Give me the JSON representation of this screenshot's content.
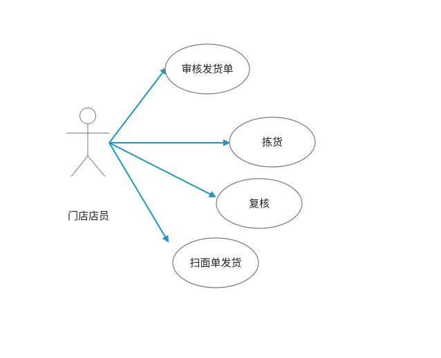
{
  "diagram": {
    "type": "use-case",
    "actor": {
      "label": "门店店员"
    },
    "use_cases": [
      {
        "label": "审核发货单"
      },
      {
        "label": "拣货"
      },
      {
        "label": "复核"
      },
      {
        "label": "扫面单发货"
      }
    ],
    "colors": {
      "association": "#1a96c8",
      "actor_stroke": "#8a8a8a",
      "ellipse_stroke": "#7a7a7a",
      "ellipse_fill": "#ffffff",
      "text": "#1f1f1f"
    }
  }
}
